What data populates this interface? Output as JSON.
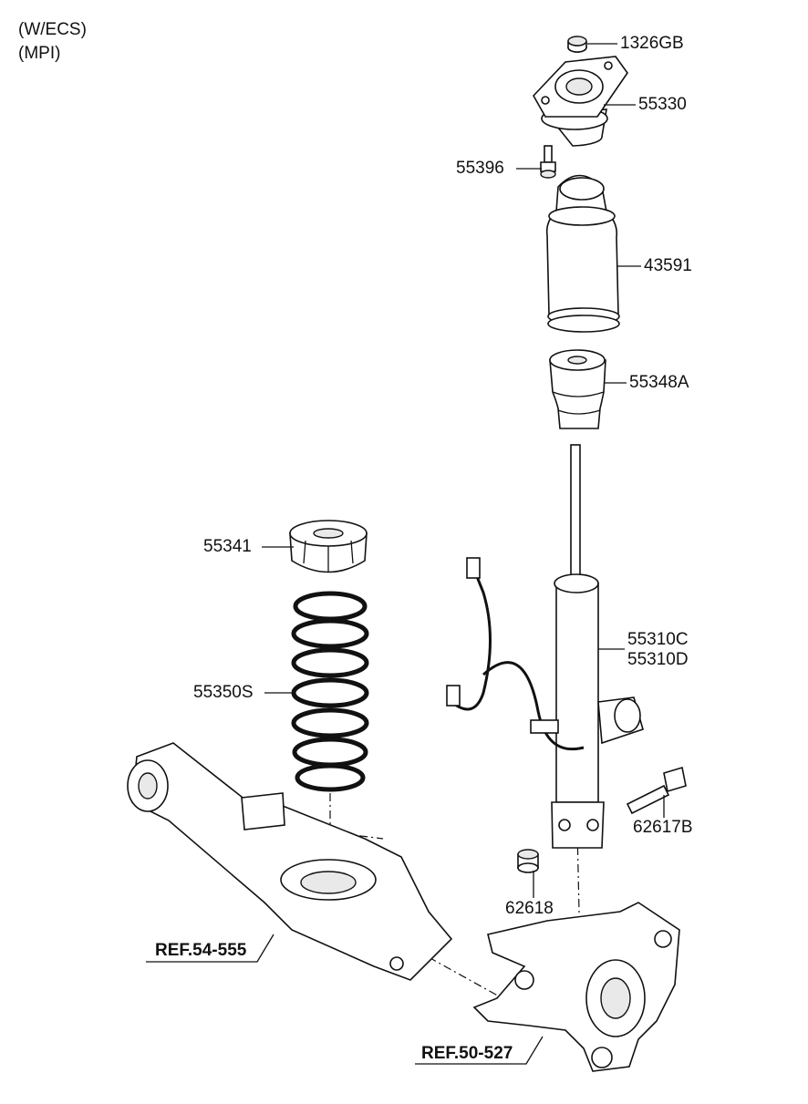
{
  "notes": [
    "(W/ECS)",
    "(MPI)"
  ],
  "parts": [
    {
      "id": "1326GB",
      "label": "1326GB"
    },
    {
      "id": "55330",
      "label": "55330"
    },
    {
      "id": "55396",
      "label": "55396"
    },
    {
      "id": "43591",
      "label": "43591"
    },
    {
      "id": "55348A",
      "label": "55348A"
    },
    {
      "id": "55341",
      "label": "55341"
    },
    {
      "id": "55350S",
      "label": "55350S"
    },
    {
      "id": "55310C",
      "label": "55310C"
    },
    {
      "id": "55310D",
      "label": "55310D"
    },
    {
      "id": "62617B",
      "label": "62617B"
    },
    {
      "id": "62618",
      "label": "62618"
    }
  ],
  "references": [
    {
      "id": "ref-54-555",
      "label": "REF.54-555"
    },
    {
      "id": "ref-50-527",
      "label": "REF.50-527"
    }
  ]
}
